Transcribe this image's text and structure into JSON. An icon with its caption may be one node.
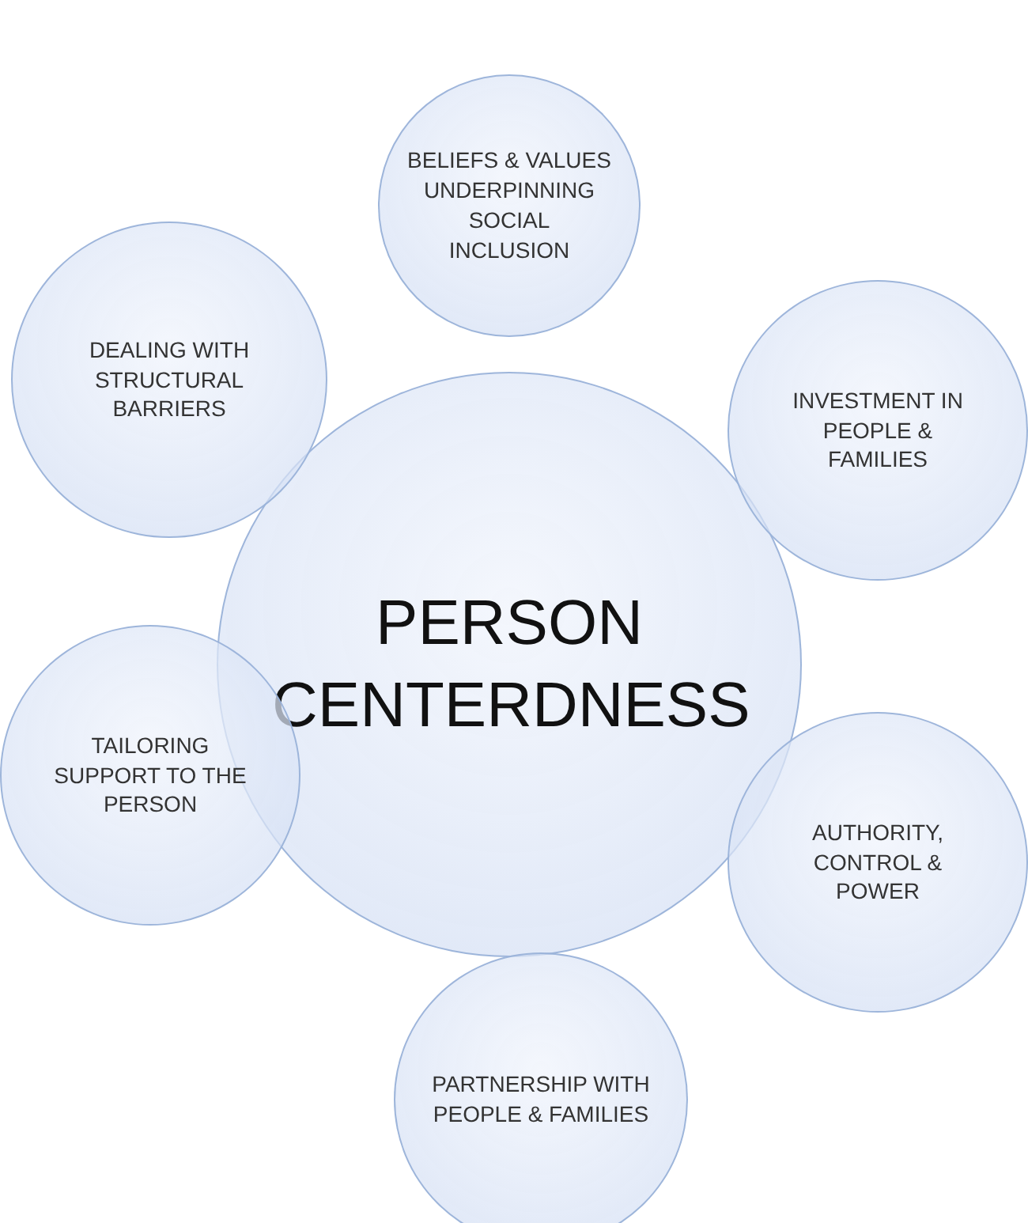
{
  "diagram": {
    "nodes": [
      {
        "text": [
          "PERSON CENTERDNESS"
        ]
      },
      {
        "text": [
          "BELIEFS & VALUES UNDERPINNING SOCIAL INCLUSION"
        ]
      },
      {
        "text": [
          "INVESTMENT IN PEOPLE & FAMILIES"
        ]
      },
      {
        "text": [
          "AUTHORITY, CONTROL & POWER"
        ]
      },
      {
        "text": [
          "PARTNERSHIP WITH PEOPLE & FAMILIES"
        ]
      },
      {
        "text": [
          "TAILORING SUPPORT TO THE PERSON"
        ]
      },
      {
        "text": [
          "DEALING WITH STRUCTURAL BARRIERS"
        ]
      }
    ],
    "edges": []
  }
}
